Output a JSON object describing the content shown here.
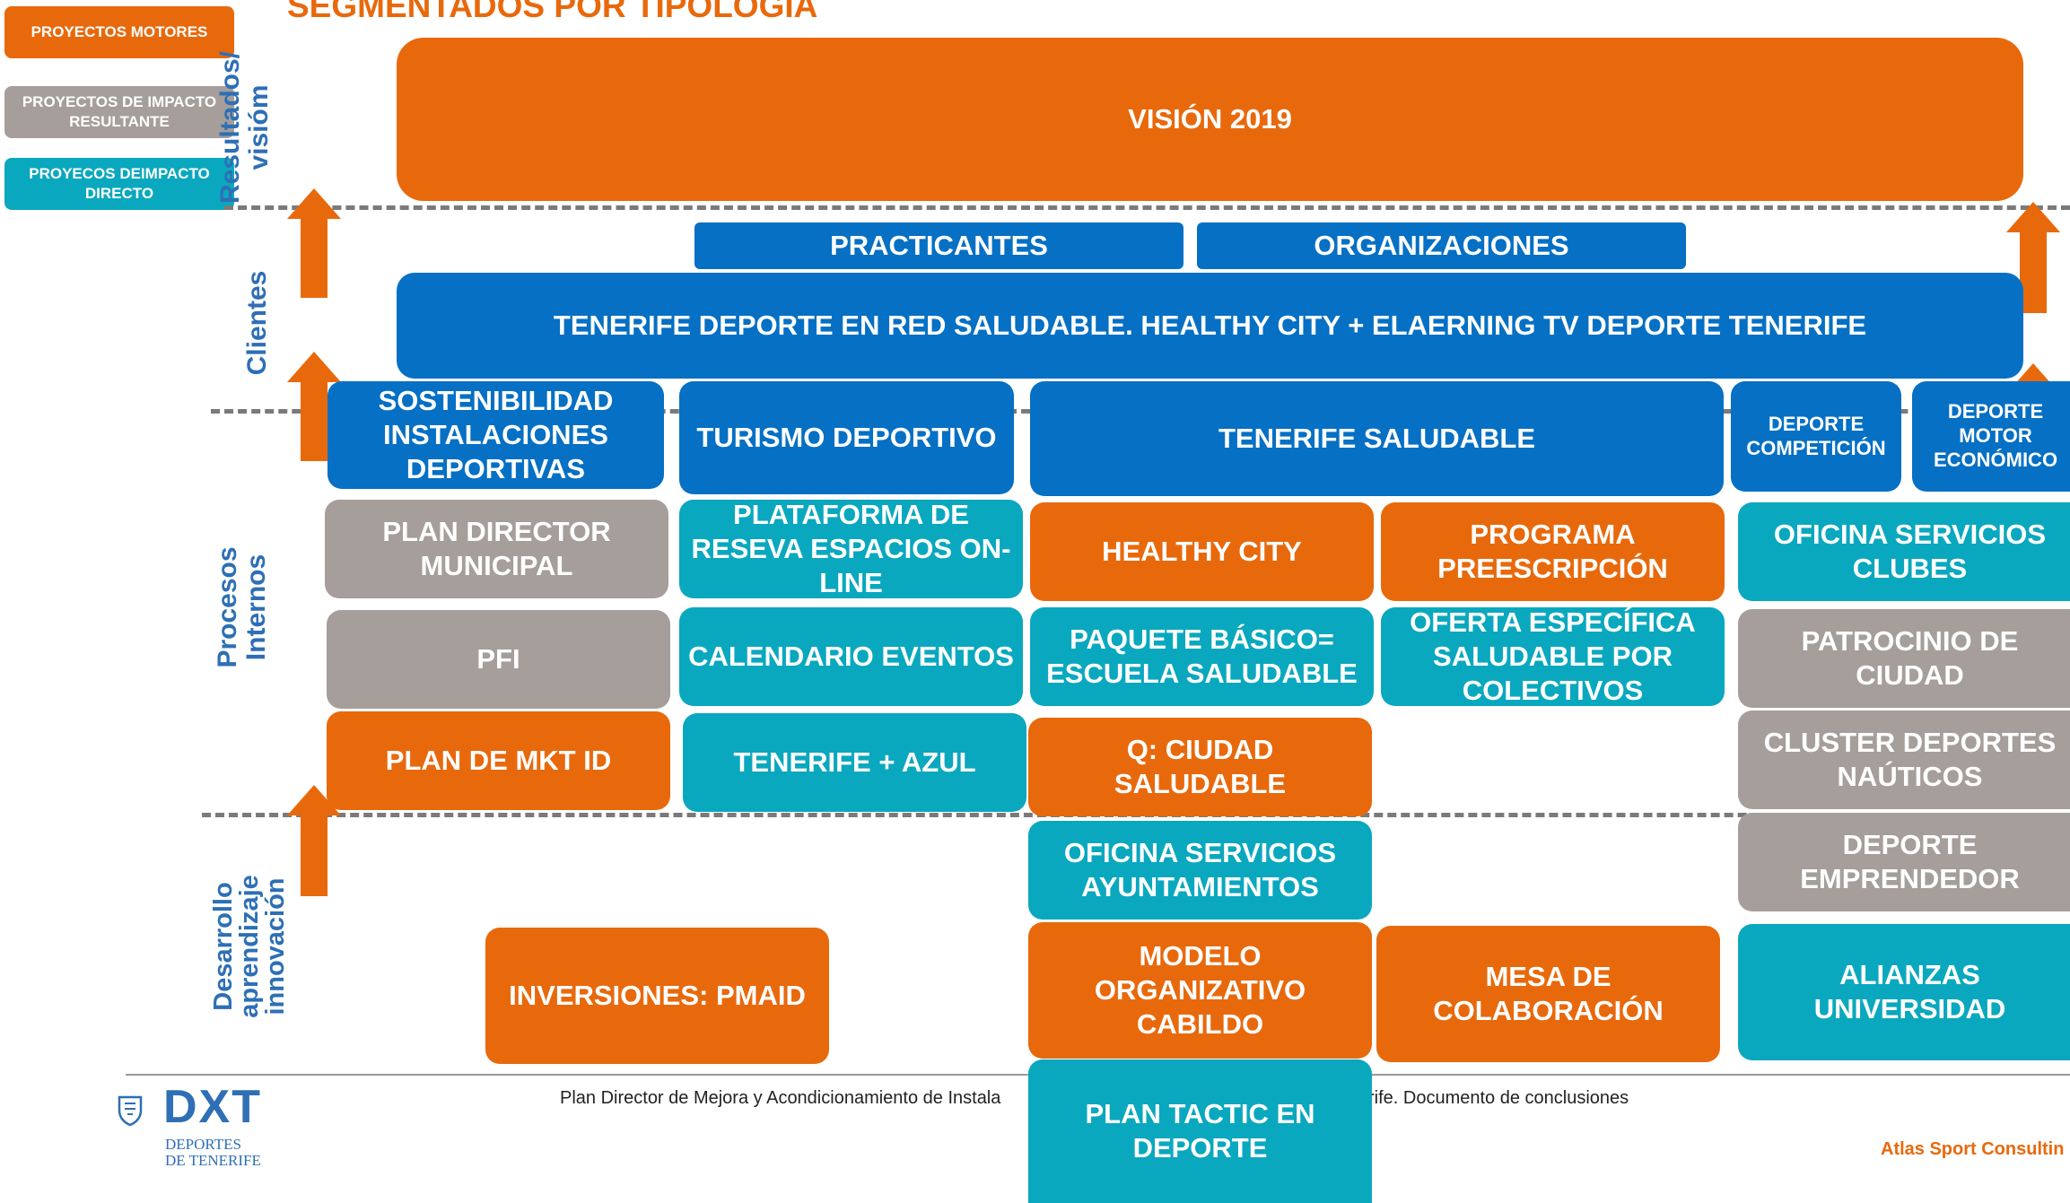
{
  "title": "SEGMENTADOS POR TIPOLOGÍA",
  "legend": {
    "motores": "PROYECTOS MOTORES",
    "impacto_resultante": "PROYECTOS DE IMPACTO RESULTANTE",
    "impacto_directo": "PROYECOS DEIMPACTO DIRECTO"
  },
  "axes": {
    "resultados": "Resultados/ visióm",
    "clientes": "Clientes",
    "procesos": "Procesos Internos",
    "desarrollo": "Desarrollo aprendizaje innovación"
  },
  "boxes": {
    "vision": "VISIÓN 2019",
    "practicantes": "PRACTICANTES",
    "organizaciones": "ORGANIZACIONES",
    "red_saludable": "TENERIFE DEPORTE EN RED SALUDABLE. HEALTHY CITY + ELAERNING TV DEPORTE TENERIFE",
    "sostenibilidad": "SOSTENIBILIDAD INSTALACIONES DEPORTIVAS",
    "turismo": "TURISMO DEPORTIVO",
    "tenerife_saludable": "TENERIFE SALUDABLE",
    "deporte_competicion": "DEPORTE COMPETICIÓN",
    "deporte_motor": "DEPORTE MOTOR ECONÓMICO",
    "plan_director": "PLAN DIRECTOR MUNICIPAL",
    "plataforma": "PLATAFORMA DE RESEVA ESPACIOS ON-LINE",
    "healthy_city": "HEALTHY CITY",
    "programa": "PROGRAMA PREESCRIPCIÓN",
    "oficina_clubes": "OFICINA SERVICIOS CLUBES",
    "pfi": "PFI",
    "calendario": "CALENDARIO EVENTOS",
    "paquete": "PAQUETE BÁSICO= ESCUELA SALUDABLE",
    "oferta": "OFERTA ESPECÍFICA SALUDABLE POR COLECTIVOS",
    "patrocinio": "PATROCINIO DE CIUDAD",
    "plan_mkt": "PLAN DE MKT ID",
    "tenerife_azul": "TENERIFE + AZUL",
    "q_ciudad": "Q: CIUDAD SALUDABLE",
    "cluster": "CLUSTER DEPORTES NAÚTICOS",
    "oficina_ayto": "OFICINA SERVICIOS AYUNTAMIENTOS",
    "emprendedor": "DEPORTE EMPRENDEDOR",
    "inversiones": "INVERSIONES: PMAID",
    "modelo": "MODELO ORGANIZATIVO CABILDO",
    "mesa": "MESA DE COLABORACIÓN",
    "alianzas": "ALIANZAS UNIVERSIDAD",
    "plan_tactic": "PLAN TACTIC EN DEPORTE"
  },
  "footer": {
    "doc_left": "Plan Director de Mejora y Acondicionamiento de Instala",
    "doc_right": "rife. Documento de conclusiones",
    "credit": "Atlas Sport Consultin",
    "logo_text": "DXT",
    "logo_sub1": "DEPORTES",
    "logo_sub2": "DE TENERIFE"
  },
  "colors": {
    "motor": "#E8690C",
    "resultante": "#A59E9A",
    "directo": "#0AA8BE",
    "clientes": "#0570C4",
    "axis_text": "#2E6FB5"
  }
}
